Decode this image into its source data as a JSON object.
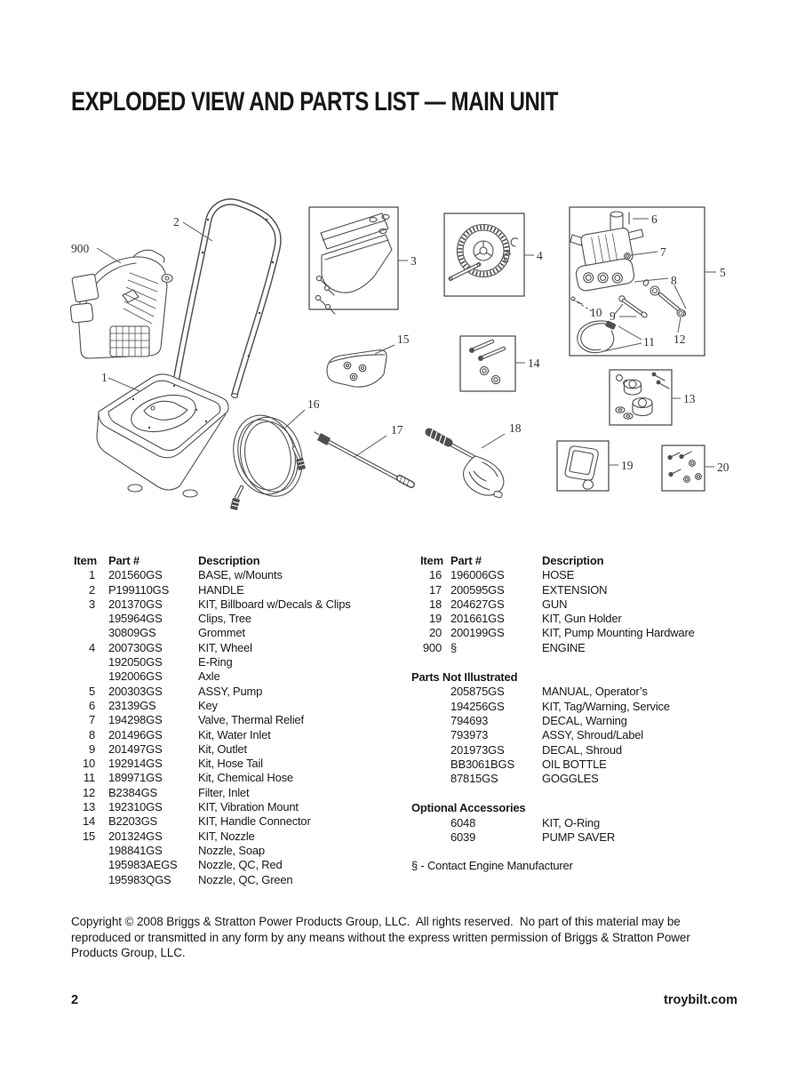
{
  "page": {
    "title": "EXPLODED VIEW AND PARTS LIST — MAIN UNIT",
    "page_number": "2",
    "website": "troybilt.com",
    "copyright_lines": [
      "Copyright © 2008 Briggs & Stratton Power Products Group, LLC.  All rights reserved.  No part of this material may be",
      "reproduced or transmitted in any form by any means without the express written permission of Briggs & Stratton Power",
      "Products Group, LLC."
    ]
  },
  "diagram": {
    "callouts": {
      "c900": "900",
      "c1": "1",
      "c2": "2",
      "c3": "3",
      "c4": "4",
      "c5": "5",
      "c6": "6",
      "c7": "7",
      "c8": "8",
      "c9": "9",
      "c10": "10",
      "c11": "11",
      "c12": "12",
      "c13": "13",
      "c14": "14",
      "c15": "15",
      "c16": "16",
      "c17": "17",
      "c18": "18",
      "c19": "19",
      "c20": "20"
    }
  },
  "left_table": {
    "headers": [
      "Item",
      "Part #",
      "Description"
    ],
    "rows": [
      [
        "1",
        "201560GS",
        "BASE, w/Mounts"
      ],
      [
        "2",
        "P199110GS",
        "HANDLE"
      ],
      [
        "3",
        "201370GS",
        "KIT, Billboard w/Decals & Clips"
      ],
      [
        "",
        "195964GS",
        "Clips, Tree"
      ],
      [
        "",
        "30809GS",
        "Grommet"
      ],
      [
        "4",
        "200730GS",
        "KIT, Wheel"
      ],
      [
        "",
        "192050GS",
        "E-Ring"
      ],
      [
        "",
        "192006GS",
        "Axle"
      ],
      [
        "5",
        "200303GS",
        "ASSY, Pump"
      ],
      [
        "6",
        "23139GS",
        "Key"
      ],
      [
        "7",
        "194298GS",
        "Valve, Thermal Relief"
      ],
      [
        "8",
        "201496GS",
        "Kit, Water Inlet"
      ],
      [
        "9",
        "201497GS",
        "Kit, Outlet"
      ],
      [
        "10",
        "192914GS",
        "Kit, Hose Tail"
      ],
      [
        "11",
        "189971GS",
        "Kit, Chemical Hose"
      ],
      [
        "12",
        "B2384GS",
        "Filter, Inlet"
      ],
      [
        "13",
        "192310GS",
        "KIT, Vibration Mount"
      ],
      [
        "14",
        "B2203GS",
        "KIT, Handle Connector"
      ],
      [
        "15",
        "201324GS",
        "KIT, Nozzle"
      ],
      [
        "",
        "198841GS",
        "Nozzle, Soap"
      ],
      [
        "",
        "195983AEGS",
        "Nozzle, QC, Red"
      ],
      [
        "",
        "195983QGS",
        "Nozzle, QC, Green"
      ]
    ]
  },
  "right_table": {
    "headers": [
      "Item",
      "Part #",
      "Description"
    ],
    "rows": [
      [
        "16",
        "196006GS",
        "HOSE"
      ],
      [
        "17",
        "200595GS",
        "EXTENSION"
      ],
      [
        "18",
        "204627GS",
        "GUN"
      ],
      [
        "19",
        "201661GS",
        "KIT, Gun Holder"
      ],
      [
        "20",
        "200199GS",
        "KIT, Pump Mounting Hardware"
      ],
      [
        "900",
        "§",
        "ENGINE"
      ]
    ],
    "sections": [
      {
        "heading": "Parts Not Illustrated",
        "rows": [
          [
            "205875GS",
            "MANUAL, Operator’s"
          ],
          [
            "194256GS",
            "KIT, Tag/Warning, Service"
          ],
          [
            "794693",
            "DECAL, Warning"
          ],
          [
            "793973",
            "ASSY, Shroud/Label"
          ],
          [
            "201973GS",
            "DECAL, Shroud"
          ],
          [
            "BB3061BGS",
            "OIL BOTTLE"
          ],
          [
            "87815GS",
            "GOGGLES"
          ]
        ]
      },
      {
        "heading": "Optional Accessories",
        "rows": [
          [
            "6048",
            "KIT, O-Ring"
          ],
          [
            "6039",
            "PUMP SAVER"
          ]
        ]
      }
    ],
    "footnote": "§ - Contact Engine Manufacturer"
  }
}
